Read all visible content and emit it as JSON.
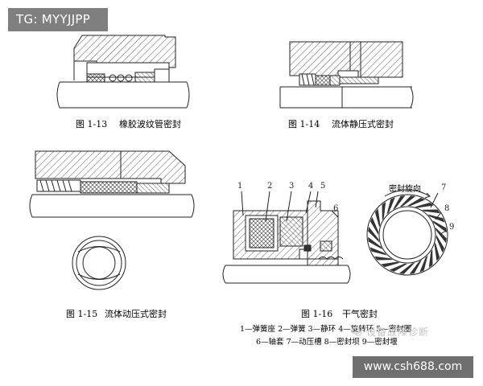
{
  "badges": {
    "top_left": "TG: MYYJJPP",
    "bottom_right": "www.csh688.com"
  },
  "watermark": {
    "text": "设备故障诊断"
  },
  "figures": [
    {
      "number": "图 1-13",
      "title": "橡胶波纹管密封"
    },
    {
      "number": "图 1-14",
      "title": "流体静压式密封"
    },
    {
      "number": "图 1-15",
      "title": "流体动压式密封"
    },
    {
      "number": "图 1-16",
      "title": "干气密封"
    }
  ],
  "fig16": {
    "callouts": [
      "1",
      "2",
      "3",
      "4",
      "5",
      "6",
      "7",
      "8",
      "9"
    ],
    "rotation_label": "密封旋向",
    "legend_line1": "1—弹簧座  2—弹簧  3—静环  4—旋转环  5—密封圈",
    "legend_line2": "6—轴套  7—动压槽  8—密封坝  9—密封堰"
  }
}
